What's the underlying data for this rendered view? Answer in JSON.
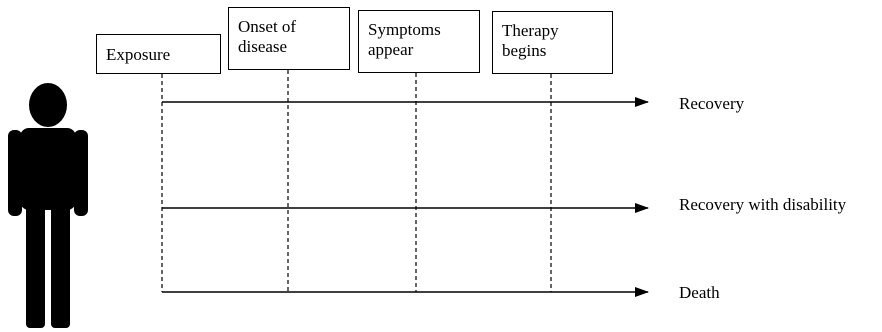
{
  "stages": [
    {
      "label": "Exposure"
    },
    {
      "label": "Onset of\ndisease"
    },
    {
      "label": "Symptoms\nappear"
    },
    {
      "label": "Therapy\nbegins"
    }
  ],
  "outcomes": [
    {
      "label": "Recovery"
    },
    {
      "label": "Recovery with disability"
    },
    {
      "label": "Death"
    }
  ],
  "colors": {
    "ink": "#000000",
    "background": "#ffffff"
  },
  "icons": {
    "person": "person-silhouette-icon"
  }
}
